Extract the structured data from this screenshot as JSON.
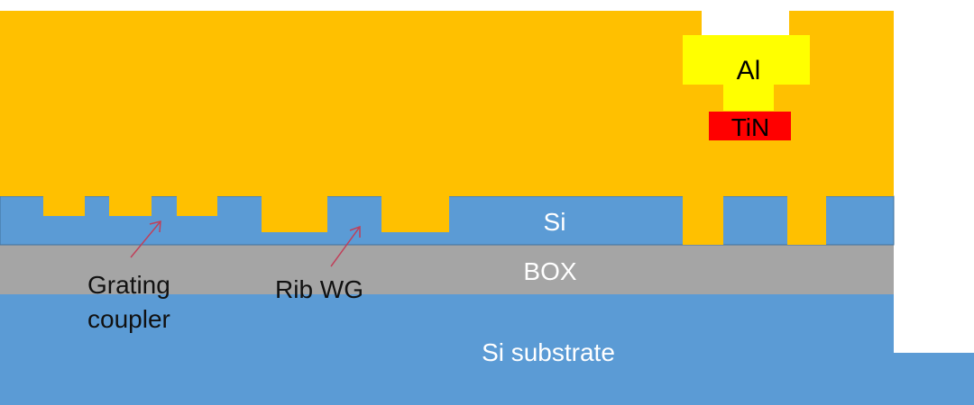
{
  "colors": {
    "cladding": "#FFC000",
    "silicon": "#5B9BD5",
    "box": "#A5A5A5",
    "aluminum": "#FFFF00",
    "tin": "#FF0000",
    "arrow": "#C0405A"
  },
  "labels": {
    "al": "Al",
    "tin": "TiN",
    "si": "Si",
    "box": "BOX",
    "substrate": "Si substrate",
    "grating_line1": "Grating",
    "grating_line2": "coupler",
    "rib": "Rib WG"
  }
}
